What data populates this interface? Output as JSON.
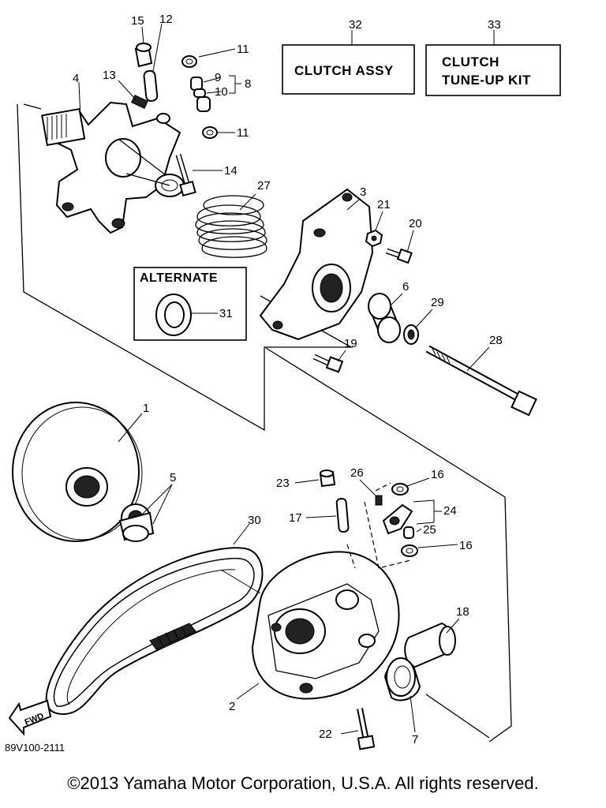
{
  "labels": {
    "l1": "1",
    "l2": "2",
    "l3": "3",
    "l4": "4",
    "l5": "5",
    "l6": "6",
    "l7": "7",
    "l8": "8",
    "l9": "9",
    "l10": "10",
    "l11a": "11",
    "l11b": "11",
    "l12": "12",
    "l13": "13",
    "l14": "14",
    "l15": "15",
    "l16a": "16",
    "l16b": "16",
    "l17": "17",
    "l18": "18",
    "l19": "19",
    "l20": "20",
    "l21": "21",
    "l22": "22",
    "l23": "23",
    "l24": "24",
    "l25": "25",
    "l26": "26",
    "l27": "27",
    "l28": "28",
    "l29": "29",
    "l30": "30",
    "l31": "31",
    "l32": "32",
    "l33": "33"
  },
  "boxes": {
    "clutch_assy": "CLUTCH ASSY",
    "tuneup_line1": "CLUTCH",
    "tuneup_line2": "TUNE-UP KIT",
    "alternate": "ALTERNATE"
  },
  "fwd_label": "FWD",
  "diagram_code": "89V100-2111",
  "copyright": "©2013 Yamaha Motor Corporation, U.S.A. All rights reserved."
}
